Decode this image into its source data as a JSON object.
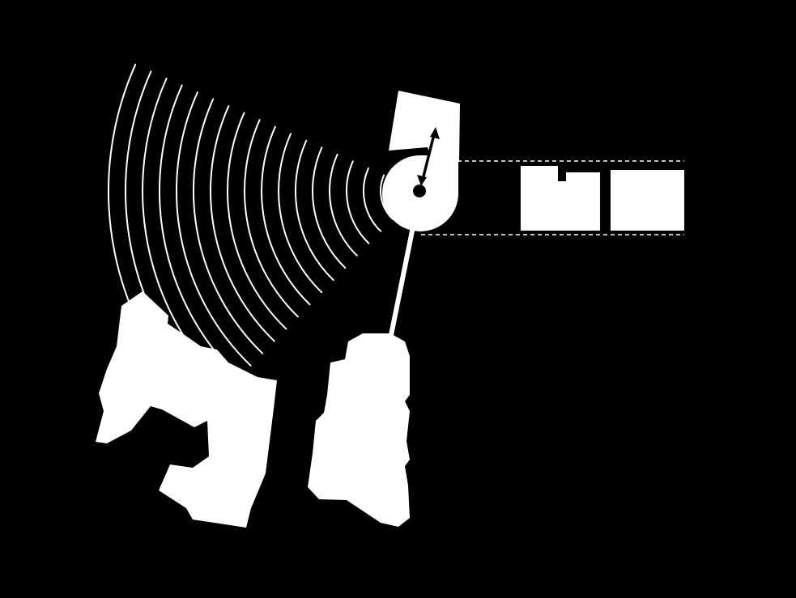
{
  "diagram": {
    "background_color": "#000000",
    "shape_color": "#ffffff",
    "guide_line_style": "dashed",
    "arc_count": 17,
    "elements": [
      "building-north-block",
      "rotunda-building",
      "axis-arrow",
      "pivot-point",
      "axis-line",
      "building-east-left",
      "building-east-right",
      "building-southwest-complex",
      "building-south-elongated",
      "view-arcs"
    ]
  }
}
